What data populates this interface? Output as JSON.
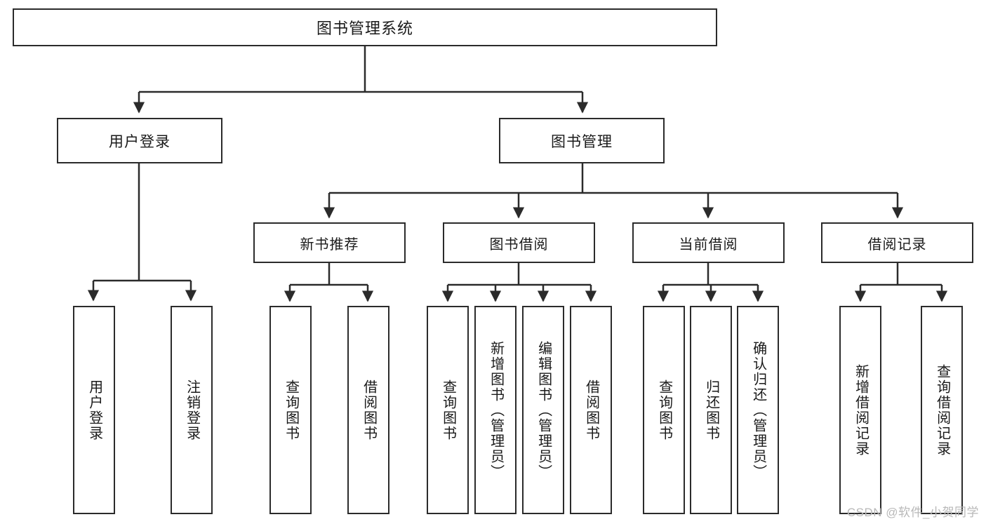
{
  "diagram": {
    "title": "图书管理系统",
    "type": "tree",
    "watermark": "CSDN @软件_小贺同学",
    "colors": {
      "box_border": "#2b2b2b",
      "box_fill": "#ffffff",
      "line": "#2b2b2b",
      "text": "#1a1a1a",
      "watermark": "#b8b8b8"
    },
    "root": {
      "label": "图书管理系统"
    },
    "level1": [
      {
        "label": "用户登录"
      },
      {
        "label": "图书管理"
      }
    ],
    "level2": [
      {
        "label": "新书推荐"
      },
      {
        "label": "图书借阅"
      },
      {
        "label": "当前借阅"
      },
      {
        "label": "借阅记录"
      }
    ],
    "leaves": {
      "user_login": [
        {
          "label": "用户登录"
        },
        {
          "label": "注销登录"
        }
      ],
      "new_book_recommend": [
        {
          "label": "查询图书"
        },
        {
          "label": "借阅图书"
        }
      ],
      "book_borrow": [
        {
          "label": "查询图书"
        },
        {
          "label": "新增图书（管理员）"
        },
        {
          "label": "编辑图书（管理员）"
        },
        {
          "label": "借阅图书"
        }
      ],
      "current_borrow": [
        {
          "label": "查询图书"
        },
        {
          "label": "归还图书"
        },
        {
          "label": "确认归还（管理员）"
        }
      ],
      "borrow_record": [
        {
          "label": "新增借阅记录"
        },
        {
          "label": "查询借阅记录"
        }
      ]
    }
  }
}
